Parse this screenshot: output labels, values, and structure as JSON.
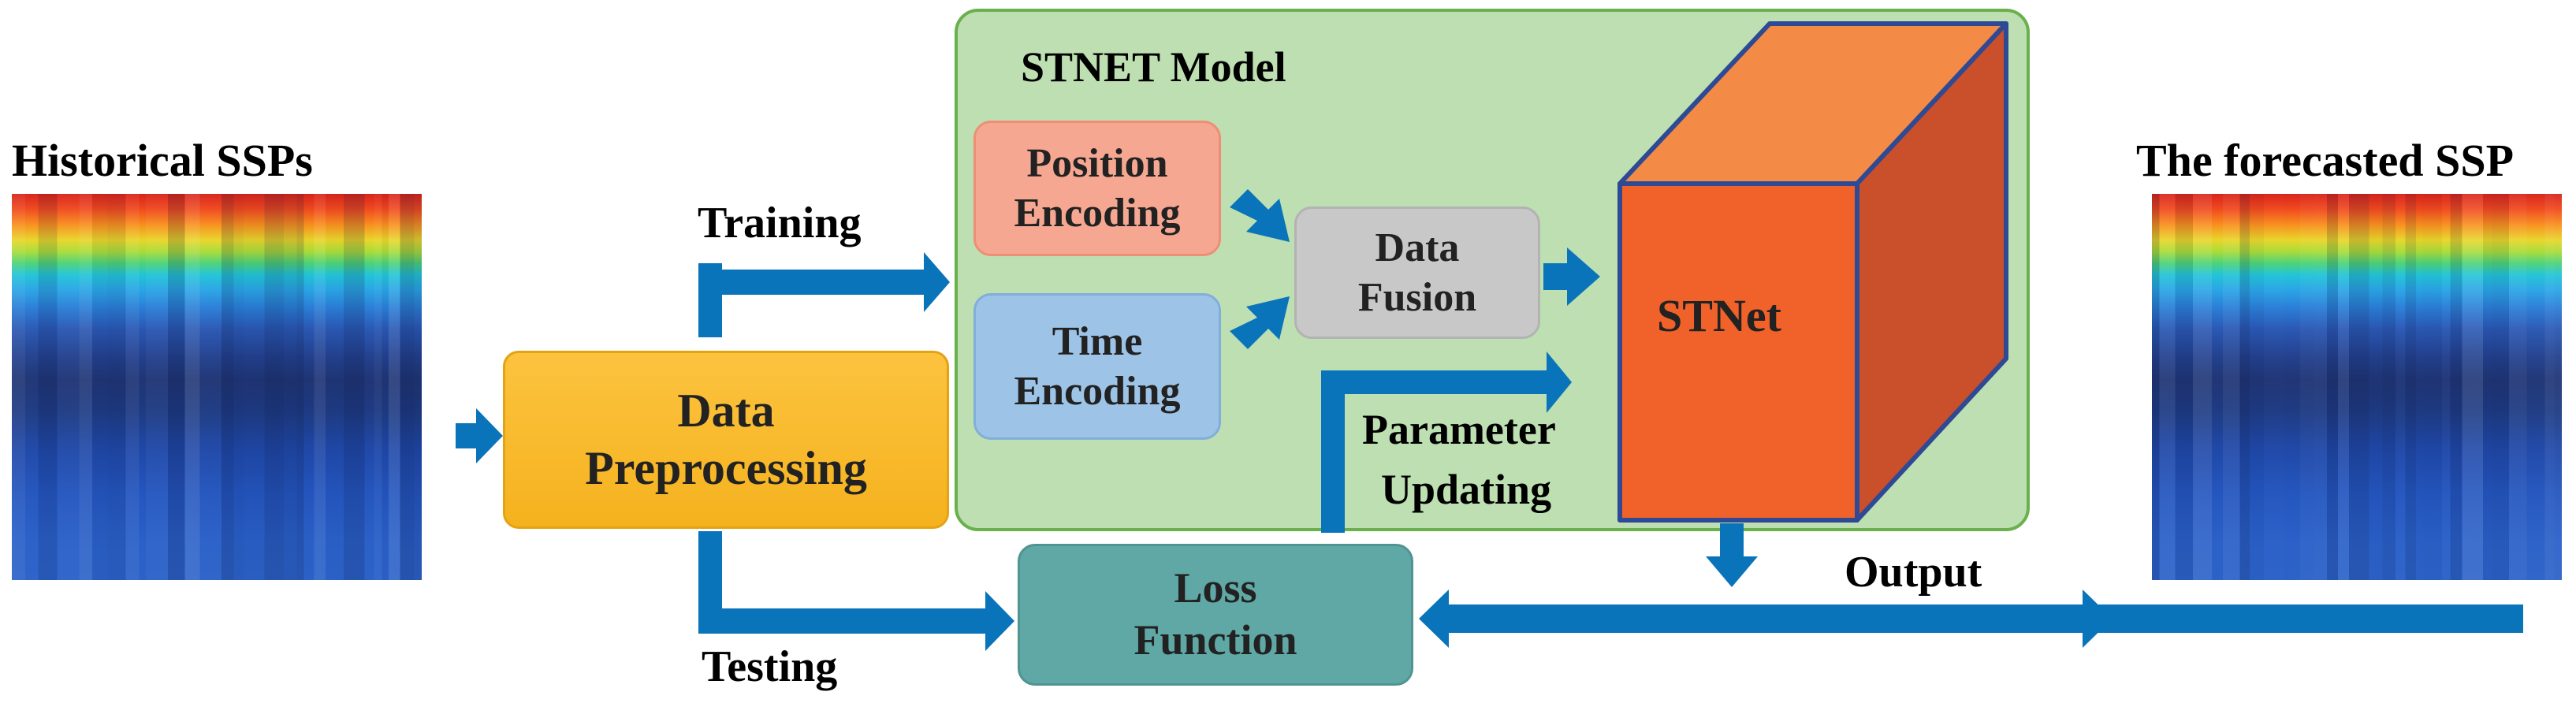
{
  "colors": {
    "arrow": "#0a74bb",
    "model_fill": "#bddfb1",
    "model_border": "#6ab04c",
    "preproc_fill": "#fbb82a",
    "position_fill": "#f6a791",
    "time_fill": "#9dc3e6",
    "fusion_fill": "#c8c8c8",
    "loss_fill": "#5fa8a5",
    "cube_front": "#f0622a",
    "cube_top": "#f38a45",
    "cube_side": "#ca4f2b",
    "cube_edge": "#2e4a94"
  },
  "labels": {
    "historical": "Historical SSPs",
    "forecasted": "The forecasted SSP",
    "training": "Training",
    "testing": "Testing",
    "output": "Output",
    "parameter_line1": "Parameter",
    "parameter_line2": "Updating",
    "model_title": "STNET Model"
  },
  "boxes": {
    "preprocessing": [
      "Data",
      "Preprocessing"
    ],
    "position_encoding": [
      "Position",
      "Encoding"
    ],
    "time_encoding": [
      "Time",
      "Encoding"
    ],
    "data_fusion": [
      "Data",
      "Fusion"
    ],
    "loss_function": [
      "Loss",
      "Function"
    ],
    "stnet": "STNet"
  },
  "icons": {
    "historical_ssps": "ssp-heatmap-icon",
    "forecasted_ssp": "ssp-heatmap-icon",
    "stnet": "cube-icon"
  }
}
